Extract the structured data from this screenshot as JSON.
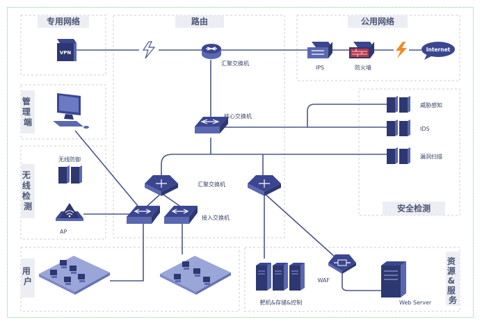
{
  "zones": {
    "private_network": "专用网络",
    "routing": "路由",
    "public_network": "公用网络",
    "management": "管理端",
    "wireless_detection": "无线检测",
    "users": "用户",
    "security_detection": "安全检测",
    "resources_services": "资源&服务"
  },
  "devices": {
    "vpn": "VPN",
    "aggregation_switch_top": "汇聚交换机",
    "ips": "IPS",
    "firewall": "防火墙",
    "internet": "Internet",
    "core_switch": "核心交换机",
    "threat_awareness": "威胁感知",
    "ids": "IDS",
    "vuln_scan": "漏洞扫描",
    "wireless_defense": "无线防御",
    "ap": "AP",
    "aggregation_switch_mid": "汇聚交换机",
    "access_switch": "接入交换机",
    "waf": "WAF",
    "target_storage_control": "靶机&存储&控制",
    "web_server": "Web Server"
  },
  "colors": {
    "device": "#2d3770",
    "link": "#4a5587",
    "zone_border": "#c9ccd6",
    "lightning": "#f08a24"
  }
}
